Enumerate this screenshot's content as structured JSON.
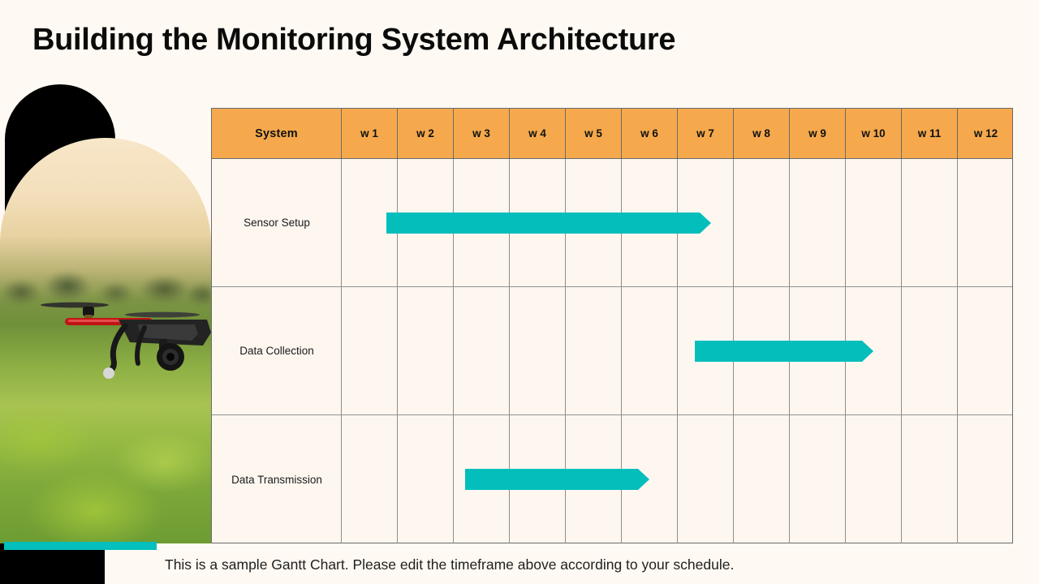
{
  "slide": {
    "title": "Building the Monitoring System Architecture",
    "caption": "This is a sample Gantt Chart. Please edit the timeframe above according to your schedule.",
    "background_color": "#FEF9F2",
    "accent_color": "#04BEBC",
    "header_color": "#F5A94C"
  },
  "artwork": {
    "photo_alt": "drone-over-field-photo",
    "shapes": [
      "black-rounded-blob",
      "black-footer-block",
      "teal-footer-bar"
    ]
  },
  "chart_data": {
    "type": "bar",
    "title": "Building the Monitoring System Architecture",
    "xlabel": "",
    "ylabel": "System",
    "categories": [
      "w 1",
      "w 2",
      "w 3",
      "w 4",
      "w 5",
      "w 6",
      "w 7",
      "w 8",
      "w 9",
      "w 10",
      "w 11",
      "w 12"
    ],
    "row_header": "System",
    "tasks": [
      {
        "name": "Sensor Setup",
        "start_week": 1.8,
        "end_week": 7.6
      },
      {
        "name": "Data Collection",
        "start_week": 7.3,
        "end_week": 10.5
      },
      {
        "name": "Data Transmission",
        "start_week": 3.2,
        "end_week": 6.5
      }
    ],
    "bar_color": "#04BEBC",
    "header_color": "#F5A94C",
    "grid": true,
    "legend": "none"
  }
}
